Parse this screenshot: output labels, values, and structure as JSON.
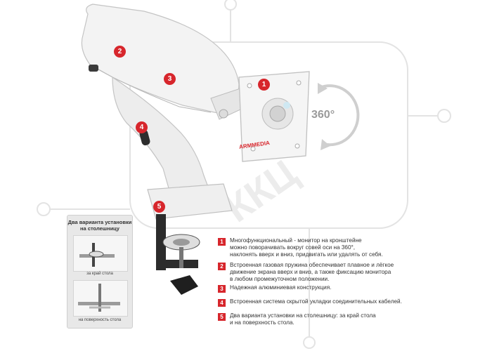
{
  "rotation_label": "360°",
  "brand": "ARMMEDIA",
  "badges": [
    "1",
    "2",
    "3",
    "4",
    "5"
  ],
  "mount_options": {
    "title": "Два варианта установки на столешницу",
    "option_1": "за край стола",
    "option_2": "на поверхность стола"
  },
  "features": [
    {
      "num": "1",
      "text": "Многофункциональный - монитор на кронштейне\nможно поворачивать вокруг совей оси на 360°,\nнаклонять вверх и вниз, придвигать или удалять от себя."
    },
    {
      "num": "2",
      "text": "Встроенная газовая пружина обеспечивает плавное и лёгкое\nдвижение экрана вверх и вниз, а также фиксацию монитора\nв любом промежуточном положении."
    },
    {
      "num": "3",
      "text": "Надежная алюминиевая конструкция."
    },
    {
      "num": "4",
      "text": "Встроенная система скрытой укладки соединительных кабелей."
    },
    {
      "num": "5",
      "text": "Два варианта установки на столешницу: за край стола\nи на поверхность стола."
    }
  ],
  "colors": {
    "accent": "#d7262c",
    "arm": "#f1f1f1",
    "clamp": "#2a2a2a"
  }
}
